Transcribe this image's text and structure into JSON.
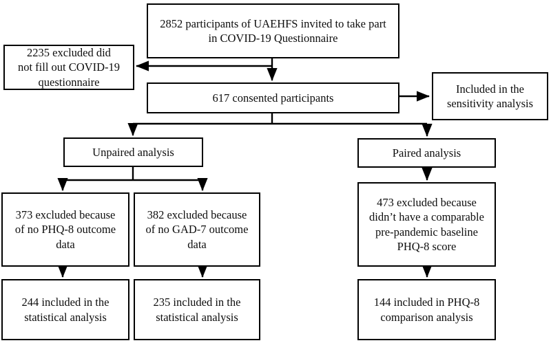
{
  "diagram": {
    "title": "COVID-19 Questionnaire participant flow diagram",
    "line_color": "#000000",
    "box_fill": "#ffffff",
    "nodes": {
      "invited": "2852 participants of UAEHFS invited to take part\nin COVID-19 Questionnaire",
      "excluded_questionnaire": "2235 excluded did\nnot fill out COVID-19\nquestionnaire",
      "consented": "617 consented participants",
      "sensitivity": "Included in the\nsensitivity analysis",
      "unpaired": "Unpaired analysis",
      "paired": "Paired analysis",
      "excluded_phq": "373 excluded because\nof no PHQ-8 outcome\ndata",
      "excluded_gad": "382 excluded because\nof no GAD-7 outcome\ndata",
      "excluded_baseline": "473 excluded because\ndidn’t have a comparable\npre-pandemic baseline\nPHQ-8 score",
      "included_phq": "244 included in the\nstatistical analysis",
      "included_gad": "235 included in the\nstatistical analysis",
      "included_paired": "144 included in PHQ-8\ncomparison analysis"
    }
  }
}
